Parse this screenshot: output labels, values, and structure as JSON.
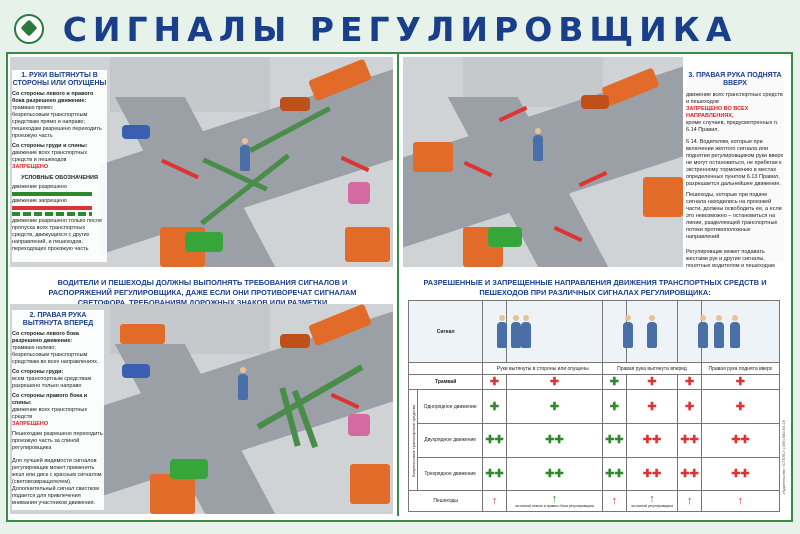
{
  "title": "СИГНАЛЫ РЕГУЛИРОВЩИКА",
  "colors": {
    "title": "#1a3f8a",
    "frame": "#3a8a4a",
    "allowed": "#2b8a2b",
    "forbidden": "#d33"
  },
  "section1": {
    "heading": "1. РУКИ ВЫТЯНУТЫ В СТОРОНЫ ИЛИ ОПУЩЕНЫ",
    "left_label": "Со стороны левого и правого бока разрешено движение:",
    "left_items": [
      "трамваю прямо;",
      "безрельсовым транспортным средствам прямо и направо;",
      "пешеходам разрешено переходить проезжую часть"
    ],
    "front_label": "Со стороны груди и спины:",
    "front_items": [
      "движение всех транспортных средств и пешеходов"
    ],
    "forbidden_word": "ЗАПРЕЩЕНО",
    "legend_title": "УСЛОВНЫЕ ОБОЗНАЧЕНИЯ",
    "legend_allowed": "движение разрешено",
    "legend_forbidden": "движение запрещено",
    "legend_note": "движение разрешено только после пропуска всех транспортных средств, движущихся с других направлений, и пешеходов, переходящих проезжую часть"
  },
  "banner": "ВОДИТЕЛИ И ПЕШЕХОДЫ ДОЛЖНЫ ВЫПОЛНЯТЬ ТРЕБОВАНИЯ СИГНАЛОВ И РАСПОРЯЖЕНИЙ РЕГУЛИРОВЩИКА, ДАЖЕ ЕСЛИ ОНИ ПРОТИВОРЕЧАТ СИГНАЛАМ СВЕТОФОРА, ТРЕБОВАНИЯМ ДОРОЖНЫХ ЗНАКОВ ИЛИ РАЗМЕТКИ",
  "section2": {
    "heading": "2. ПРАВАЯ РУКА ВЫТЯНУТА ВПЕРЕД",
    "left_label": "Со стороны левого бока разрешено движение:",
    "left_items": [
      "трамваю налево;",
      "безрельсовым транспортным средствам во всех направлениях."
    ],
    "front_label": "Со стороны груди:",
    "front_items": [
      "всем транспортным средствам разрешено только направо"
    ],
    "right_label": "Со стороны правого бока и спины:",
    "right_items": [
      "движение всех транспортных средств"
    ],
    "forbidden_word": "ЗАПРЕЩЕНО",
    "ped_note": "Пешеходам разрешено переходить проезжую часть за спиной регулировщика",
    "foot_note": "Для лучшей видимости сигналов регулировщик может применять жезл или диск с красным сигналом (световозвращателем). Дополнительный сигнал свистком подается для привлечения внимания участников движения."
  },
  "section3": {
    "heading": "3. ПРАВАЯ РУКА ПОДНЯТА ВВЕРХ",
    "item1": "движение всех транспортных средств и пешеходов",
    "forbidden_word": "ЗАПРЕЩЕНО ВО ВСЕХ НАПРАВЛЕНИЯХ,",
    "item1_tail": "кроме случаев, предусмотренных п. 6.14 Правил.",
    "rule614": "6.14. Водителям, которые при включении желтого сигнала или поднятии регулировщиком руки вверх не могут остановиться, не прибегая к экстренному торможению в местах определенных пунктом 6.13 Правил, разрешается дальнейшее движение.",
    "ped_rule": "Пешеходы, которые при подаче сигнала находились на проезжей части, должны освободить ее, а если это невозможно – остановиться на линии, разделяющей транспортные потоки противоположных направлений",
    "note": "Регулировщик может подавать жестами рук и другие сигналы, понятные водителям и пешеходам"
  },
  "table": {
    "heading": "РАЗРЕШЕННЫЕ И ЗАПРЕЩЕННЫЕ НАПРАВЛЕНИЯ ДВИЖЕНИЯ ТРАНСПОРТНЫХ СРЕДСТВ И ПЕШЕХОДОВ ПРИ РАЗЛИЧНЫХ СИГНАЛАХ РЕГУЛИРОВЩИКА:",
    "signal_label": "Сигнал",
    "col_heads": [
      "Руки вытянуты в стороны или опущены",
      "Правая рука вытянута вперед",
      "Правая рука поднята вверх"
    ],
    "side_label": "Безрельсовые транспортные средства",
    "rows": [
      "Трамвай",
      "Однорядное движение",
      "Двухрядное движение",
      "Трехрядное движение",
      "Пешеходы"
    ],
    "ped_note_a": "за спиной левого и правого бока регулировщика",
    "ped_note_b": "за спиной регулировщика"
  },
  "footer": "Издательство «СТЕЛС» (495) 680-63-26"
}
